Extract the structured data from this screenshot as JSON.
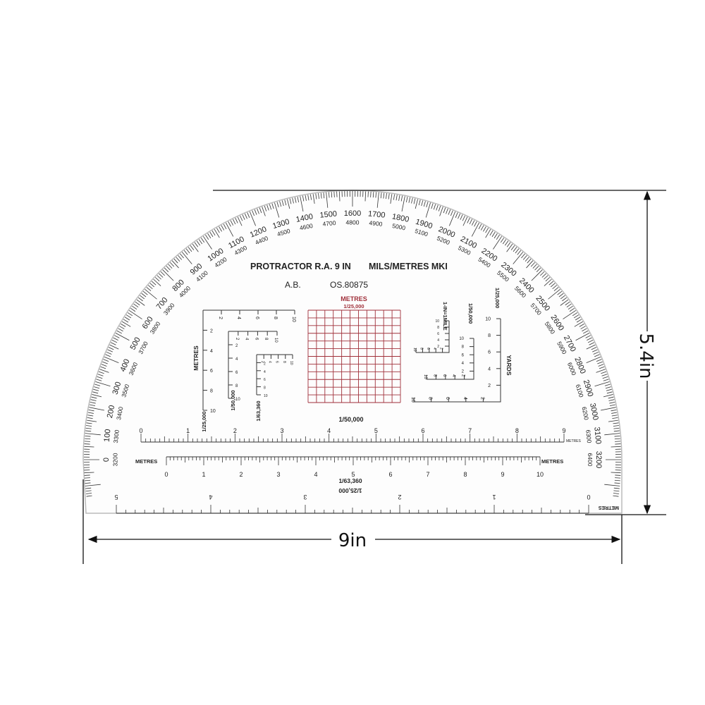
{
  "dimensions": {
    "height_label": "5.4in",
    "width_label": "9in"
  },
  "protractor": {
    "title": "PROTRACTOR R.A.  9 IN",
    "units_title": "MILS/METRES MKI",
    "maker": "A.B.",
    "serial": "OS.80875",
    "outer_scale_start": 0,
    "outer_scale_end": 3200,
    "inner_scale_start": 3200,
    "inner_scale_end": 6400,
    "label_step": 100
  },
  "grid": {
    "title": "METRES",
    "scale": "1/25,000",
    "color": "#a0303a"
  },
  "romers": {
    "left": {
      "axis_label": "METRES",
      "scales": [
        "1/25,000",
        "1/50,000",
        "1/63,360"
      ],
      "ticks": [
        "2",
        "4",
        "6",
        "8",
        "10"
      ]
    },
    "right": {
      "axis_label": "YARDS",
      "scales": [
        "1-IN=1MILE",
        "1/50,000",
        "1/25,000"
      ],
      "ticks": [
        "2",
        "4",
        "6",
        "8",
        "10"
      ]
    }
  },
  "rulers": {
    "r50k": {
      "scale": "1/50,000",
      "unit": "METRES",
      "labels": [
        "0",
        "1",
        "2",
        "3",
        "4",
        "5",
        "6",
        "7",
        "8",
        "9"
      ]
    },
    "r63k": {
      "scale": "1/63,360",
      "unit": "METRES",
      "labels": [
        "0",
        "1",
        "2",
        "3",
        "4",
        "5",
        "6",
        "7",
        "8",
        "9",
        "10"
      ]
    },
    "r25k": {
      "scale": "1/25,000",
      "unit": "METRES",
      "labels": [
        "5",
        "4",
        "3",
        "2",
        "1",
        "0"
      ]
    }
  }
}
